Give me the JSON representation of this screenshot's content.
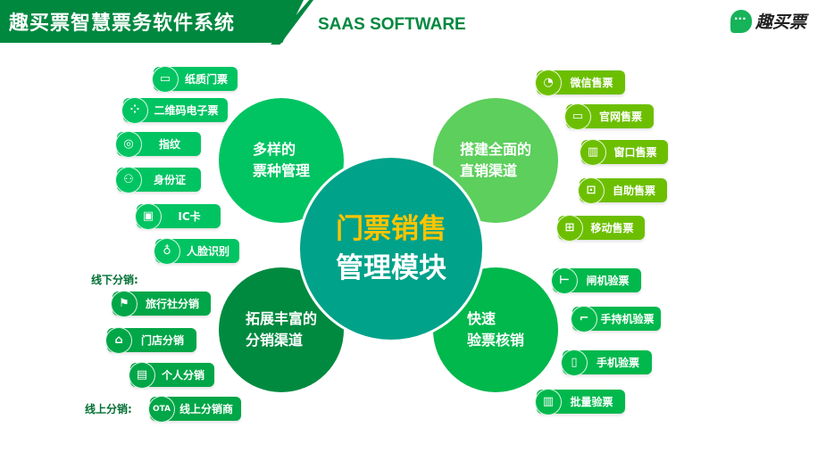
{
  "header": {
    "title": "趣买票智慧票务软件系统",
    "subtitle": "SAAS SOFTWARE",
    "logo_text": "趣买票"
  },
  "center": {
    "line1": "门票销售",
    "line2": "管理模块"
  },
  "circles": {
    "ticket_types": {
      "line1": "多样的",
      "line2": "票种管理"
    },
    "direct_channels": {
      "line1": "搭建全面的",
      "line2": "直销渠道"
    },
    "distribution": {
      "line1": "拓展丰富的",
      "line2": "分销渠道"
    },
    "verification": {
      "line1": "快速",
      "line2": "验票核销"
    }
  },
  "ticket_types": [
    "纸质门票",
    "二维码电子票",
    "指纹",
    "身份证",
    "IC卡",
    "人脸识别"
  ],
  "direct_channels": [
    "微信售票",
    "官网售票",
    "窗口售票",
    "自助售票",
    "移动售票"
  ],
  "verification": [
    "闸机验票",
    "手持机验票",
    "手机验票",
    "批量验票"
  ],
  "distribution": {
    "offline_label": "线下分销:",
    "offline": [
      "旅行社分销",
      "门店分销",
      "个人分销"
    ],
    "online_label": "线上分销:",
    "online": [
      "线上分销商"
    ],
    "ota_icon": "OTA"
  },
  "colors": {
    "header": "#00883f",
    "center": "#00a28a",
    "accent": "#ffc400"
  }
}
